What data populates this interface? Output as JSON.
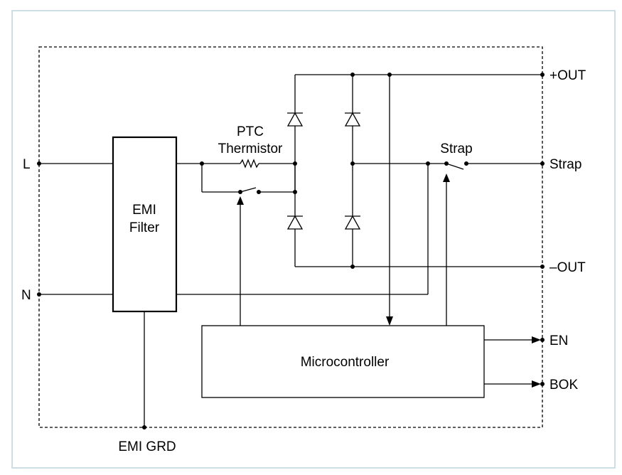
{
  "terminals": {
    "line": "L",
    "neutral": "N",
    "emi_ground": "EMI GRD",
    "plus_out": "+OUT",
    "strap": "Strap",
    "minus_out": "–OUT",
    "enable": "EN",
    "bok": "BOK"
  },
  "blocks": {
    "emi_filter_line1": "EMI",
    "emi_filter_line2": "Filter",
    "microcontroller": "Microcontroller"
  },
  "components": {
    "ptc_line1": "PTC",
    "ptc_line2": "Thermistor",
    "strap_switch_label": "Strap"
  }
}
